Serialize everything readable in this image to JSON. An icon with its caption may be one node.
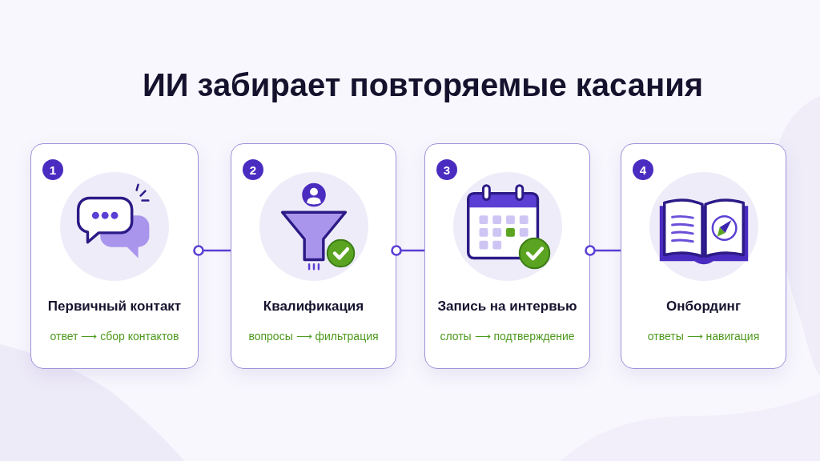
{
  "diagram": {
    "title": "ИИ забирает повторяемые касания",
    "nodes": [
      {
        "text": [
          "Первичный контакт",
          "ответ ⟶ сбор контактов"
        ]
      },
      {
        "text": [
          "1"
        ],
        "in": 0
      },
      {
        "text": [
          "Квалификация",
          "вопросы ⟶ фильтрация"
        ]
      },
      {
        "text": [
          "2"
        ],
        "in": 2
      },
      {
        "text": [
          "Запись на интервью",
          "слоты ⟶ подтверждение"
        ]
      },
      {
        "text": [
          "3"
        ],
        "in": 4
      },
      {
        "text": [
          "Онбординг",
          "ответы ⟶ навигация"
        ]
      },
      {
        "text": [
          "4"
        ],
        "in": 6
      }
    ],
    "edges": [
      {
        "from": 0,
        "to": 2,
        "arrow": "other"
      },
      {
        "from": 2,
        "to": 4,
        "arrow": "other"
      },
      {
        "from": 4,
        "to": 6,
        "arrow": "other"
      }
    ]
  }
}
